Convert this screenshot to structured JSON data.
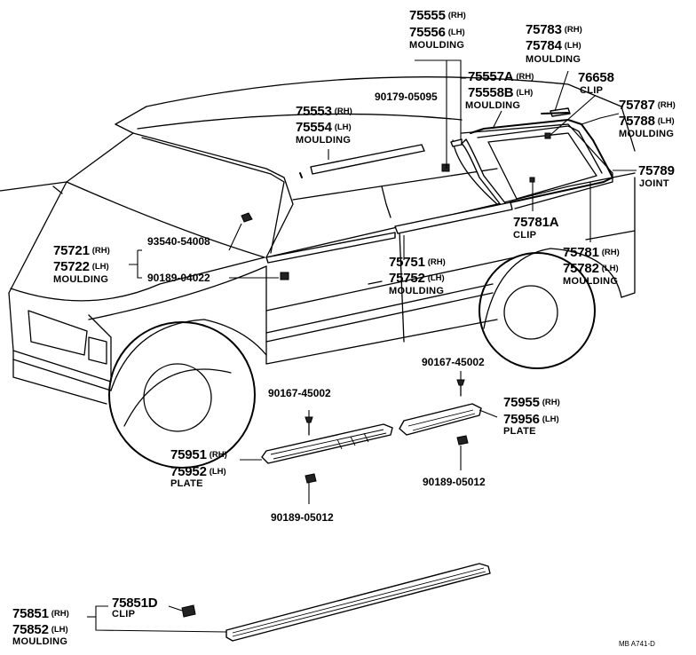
{
  "labels": {
    "moulding_belt_rear_rh": "75555",
    "moulding_belt_rear_lh": "75556",
    "moulding_belt_rear_name": "MOULDING",
    "moulding_upper_rear_rh": "75557A",
    "moulding_upper_rear_lh": "75558B",
    "moulding_upper_rear_name": "MOULDING",
    "screw_a": "90179-05095",
    "moulding_front_belt_rh": "75553",
    "moulding_front_belt_lh": "75554",
    "moulding_front_belt_name": "MOULDING",
    "moulding_qtr_top_rh": "75783",
    "moulding_qtr_top_lh": "75784",
    "moulding_qtr_top_name": "MOULDING",
    "clip_a": "76658",
    "clip_a_name": "CLIP",
    "moulding_qtr_side_rh": "75787",
    "moulding_qtr_side_lh": "75788",
    "moulding_qtr_side_name": "MOULDING",
    "joint": "75789",
    "joint_name": "JOINT",
    "clip_b": "75781A",
    "clip_b_name": "CLIP",
    "moulding_qtr_low_rh": "75781",
    "moulding_qtr_low_lh": "75782",
    "moulding_qtr_low_name": "MOULDING",
    "moulding_fender_rh": "75721",
    "moulding_fender_lh": "75722",
    "moulding_fender_name": "MOULDING",
    "nut_a": "93540-54008",
    "nut_b": "90189-04022",
    "moulding_door_rh": "75751",
    "moulding_door_lh": "75752",
    "moulding_door_name": "MOULDING",
    "screw_b": "90167-45002",
    "screw_c": "90167-45002",
    "plate_rear_rh": "75955",
    "plate_rear_lh": "75956",
    "plate_rear_name": "PLATE",
    "plate_front_rh": "75951",
    "plate_front_lh": "75952",
    "plate_front_name": "PLATE",
    "nut_c": "90189-05012",
    "nut_d": "90189-05012",
    "clip_c": "75851D",
    "clip_c_name": "CLIP",
    "moulding_rocker_rh": "75851",
    "moulding_rocker_lh": "75852",
    "moulding_rocker_name": "MOULDING",
    "rh": "(RH)",
    "lh": "(LH)",
    "ref_code": "MB  A741-D"
  }
}
